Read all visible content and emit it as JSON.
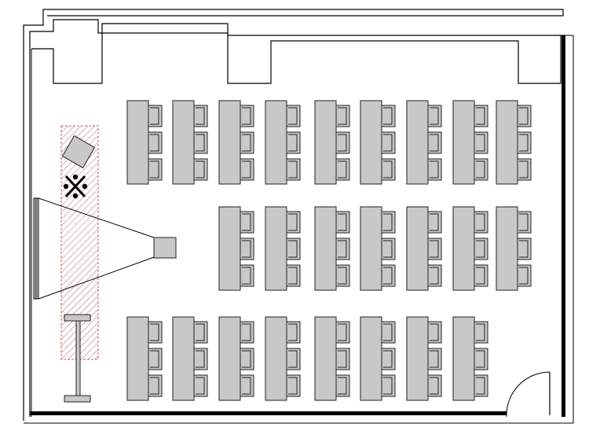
{
  "floor_plan": {
    "type": "classroom-seating-layout",
    "rows": [
      {
        "row": 1,
        "tables": 9,
        "seats_per_table": 3
      },
      {
        "row": 2,
        "tables": 7,
        "seats_per_table": 3
      },
      {
        "row": 3,
        "tables": 8,
        "seats_per_table": 3
      }
    ],
    "total_tables": 24,
    "total_seats": 72,
    "features": [
      "presenter-zone",
      "projector",
      "projection-screen",
      "lectern",
      "door",
      "podium-table"
    ],
    "colors": {
      "table_fill": "#c8c8c8",
      "outline": "#222222",
      "hatch": "#c06060",
      "wall": "#000000"
    }
  }
}
